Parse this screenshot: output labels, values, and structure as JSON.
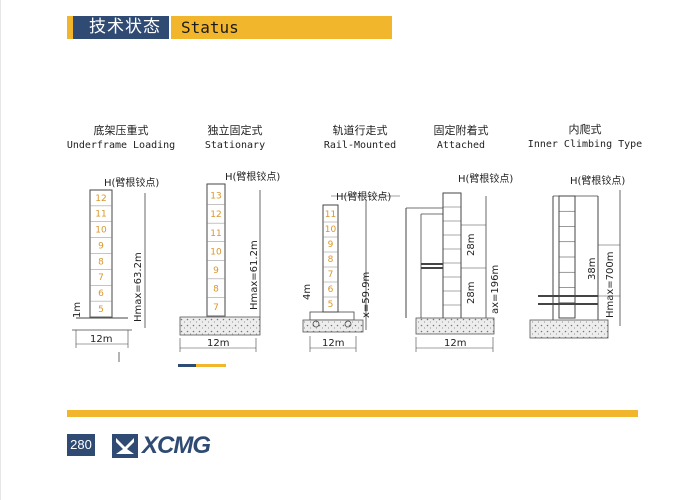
{
  "header": {
    "title_cn": "技术状态",
    "title_en": "Status"
  },
  "types": [
    {
      "cn": "底架压重式",
      "en": "Underframe Loading",
      "hook": "H(臂根铰点)",
      "height": "Hmax=63.2m",
      "width": "12m",
      "left_dim": "1m",
      "sections": [
        "12",
        "11",
        "10",
        "9",
        "8",
        "7",
        "6",
        "5"
      ]
    },
    {
      "cn": "独立固定式",
      "en": "Stationary",
      "hook": "H(臂根铰点)",
      "height": "Hmax=61.2m",
      "width": "12m",
      "sections": [
        "13",
        "12",
        "11",
        "10",
        "9",
        "8",
        "7"
      ]
    },
    {
      "cn": "轨道行走式",
      "en": "Rail-Mounted",
      "hook": "H(臂根铰点)",
      "height": "x=59.9m",
      "width": "12m",
      "left_dim": "4m",
      "sections": [
        "11",
        "10",
        "9",
        "8",
        "7",
        "6",
        "5"
      ]
    },
    {
      "cn": "固定附着式",
      "en": "Attached",
      "hook": "H(臂根铰点)",
      "height": "ax=196m",
      "width": "12m",
      "tie1": "28m",
      "tie2": "28m"
    },
    {
      "cn": "内爬式",
      "en": "Inner Climbing Type",
      "hook": "H(臂根铰点)",
      "height": "Hmax=700m",
      "climb": "38m"
    }
  ],
  "footer": {
    "page": "280",
    "brand": "XCMG"
  },
  "colors": {
    "navy": "#2f4a73",
    "yellow": "#f2b62d",
    "section_text": "#d9962b"
  }
}
